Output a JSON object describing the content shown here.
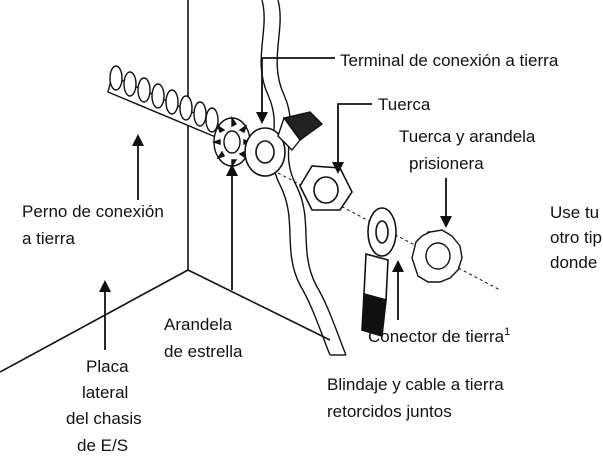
{
  "labels": {
    "ground_terminal": "Terminal de conexión a tierra",
    "nut": "Tuerca",
    "lock_nut_washer_line1": "Tuerca y arandela",
    "lock_nut_washer_line2": "prisionera",
    "ground_bolt_line1": "Perno de conexión",
    "ground_bolt_line2": "a tierra",
    "star_washer_line1": "Arandela",
    "star_washer_line2": "de estrella",
    "ground_connector": "Conector de tierra",
    "ground_connector_sup": "1",
    "chassis_line1": "Placa",
    "chassis_line2": "lateral",
    "chassis_line3": "del chasis",
    "chassis_line4": "de E/S",
    "shield_line1": "Blindaje y cable a tierra",
    "shield_line2": "retorcidos juntos",
    "cut_line1": "Use tu",
    "cut_line2": "otro tip",
    "cut_line3": "donde"
  }
}
